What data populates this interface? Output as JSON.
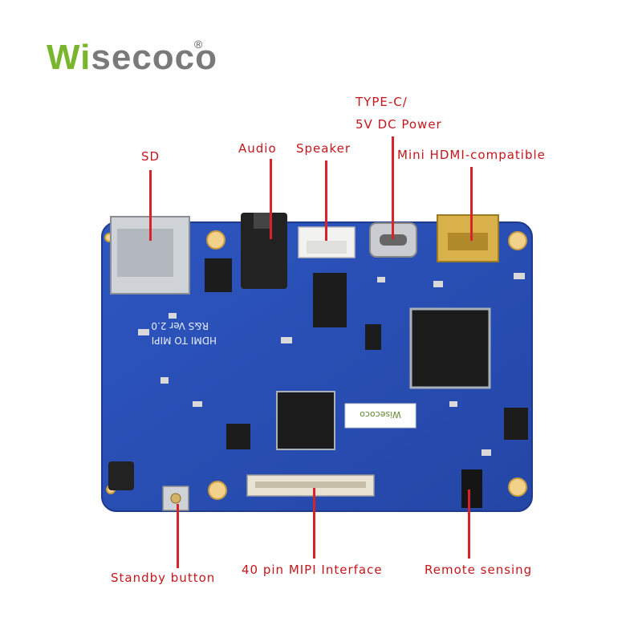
{
  "brand": {
    "logo_first": "Wi",
    "logo_rest": "secoco",
    "registered": "®"
  },
  "labels": {
    "sd": "SD",
    "audio": "Audio",
    "speaker": "Speaker",
    "typec_line1": "TYPE-C/",
    "typec_line2": "5V DC Power",
    "hdmi": "Mini HDMI-compatible",
    "standby": "Standby button",
    "mipi": "40 pin MIPI Interface",
    "remote": "Remote sensing"
  },
  "board": {
    "silkscreen_line1": "R&S Ver 2.0",
    "silkscreen_line2": "HDMI TO MIPI",
    "sticker_text": "Wisecoco"
  },
  "colors": {
    "board": "#2a4fb3",
    "label_red": "#c5161c",
    "logo_green": "#7ab52e"
  }
}
